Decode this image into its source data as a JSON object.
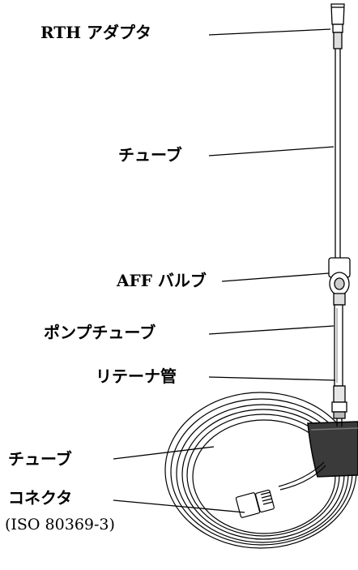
{
  "labels": {
    "rth_adapter": "RTH アダプタ",
    "tube_upper": "チューブ",
    "aff_valve": "AFF バルブ",
    "pump_tube": "ポンプチューブ",
    "retainer": "リテーナ管",
    "tube_coil": "チューブ",
    "connector": "コネクタ",
    "connector_standard": "(ISO 80369-3)"
  },
  "colors": {
    "line": "#000000",
    "background": "#ffffff",
    "shade": "#bdbdbd",
    "band": "#333333"
  }
}
